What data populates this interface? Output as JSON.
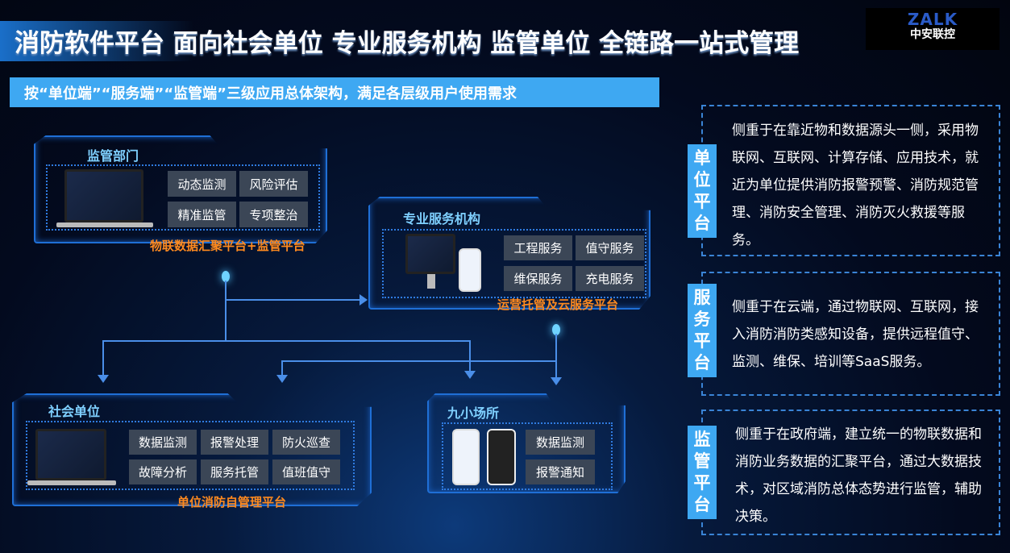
{
  "header": {
    "title": "消防软件平台 面向社会单位 专业服务机构 监管单位 全链路一站式管理",
    "logo_en": "ZALK",
    "logo_cn": "中安联控"
  },
  "subtitle": "按“单位端”“服务端”“监管端”三级应用总体架构，满足各层级用户使用需求",
  "boxes": {
    "regulator": {
      "title": "监管部门",
      "buttons": [
        "动态监测",
        "风险评估",
        "精准监管",
        "专项整治"
      ],
      "platform": "物联数据汇聚平台+监管平台"
    },
    "service": {
      "title": "专业服务机构",
      "buttons": [
        "工程服务",
        "值守服务",
        "维保服务",
        "充电服务"
      ],
      "platform": "运营托管及云服务平台"
    },
    "unit": {
      "title": "社会单位",
      "buttons": [
        "数据监测",
        "报警处理",
        "防火巡查",
        "故障分析",
        "服务托管",
        "值班值守"
      ],
      "platform": "单位消防自管理平台"
    },
    "small": {
      "title": "九小场所",
      "buttons": [
        "数据监测",
        "报警通知"
      ]
    }
  },
  "panels": [
    {
      "tag": "单位平台",
      "text": "侧重于在靠近物和数据源头一侧，采用物联网、互联网、计算存储、应用技术，就近为单位提供消防报警预警、消防规范管理、消防安全管理、消防灭火救援等服务。"
    },
    {
      "tag": "服务平台",
      "text": "侧重于在云端，通过物联网、互联网，接入消防消防类感知设备，提供远程值守、监测、维保、培训等SaaS服务。"
    },
    {
      "tag": "监管平台",
      "text": "侧重于在政府端，建立统一的物联数据和消防业务数据的汇聚平台，通过大数据技术，对区域消防总体态势进行监管，辅助决策。"
    }
  ]
}
